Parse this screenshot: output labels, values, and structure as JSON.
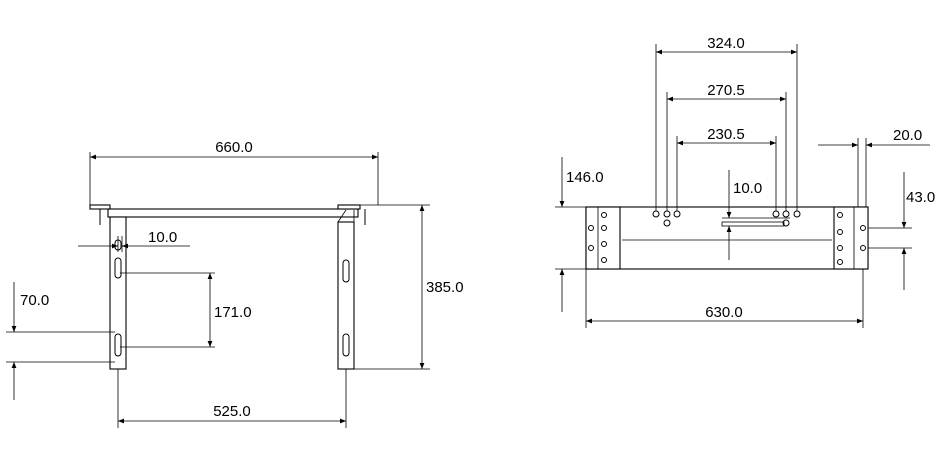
{
  "front_view": {
    "width_top": "660.0",
    "slot_width": "10.0",
    "slot_spacing": "171.0",
    "height": "385.0",
    "slot_offset": "70.0",
    "leg_spacing": "525.0"
  },
  "side_view": {
    "outer_holes": "324.0",
    "middle_holes": "270.5",
    "inner_holes": "230.5",
    "offset_small": "10.0",
    "depth": "146.0",
    "bracket_width": "20.0",
    "bracket_height": "43.0",
    "total_width": "630.0"
  }
}
